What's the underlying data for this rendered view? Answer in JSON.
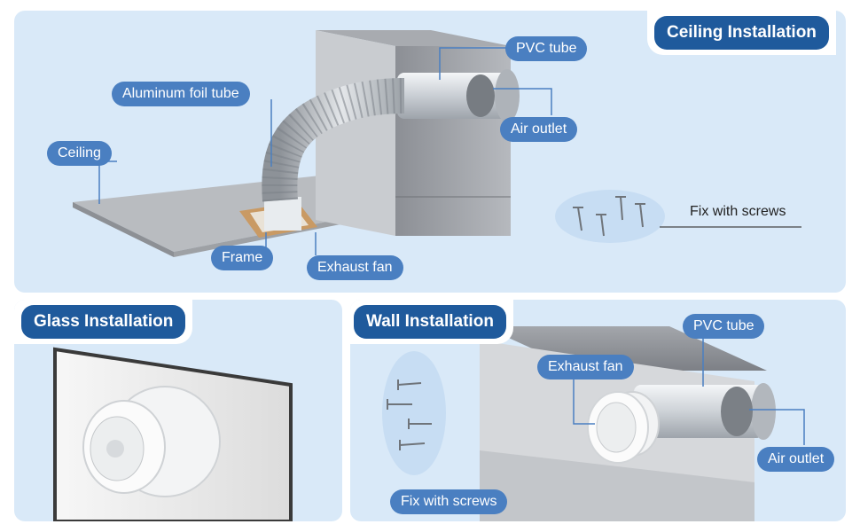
{
  "ceiling": {
    "title": "Ceiling Installation",
    "labels": {
      "pvc_tube": "PVC tube",
      "aluminum_foil_tube": "Aluminum foil tube",
      "air_outlet": "Air outlet",
      "ceiling": "Ceiling",
      "frame": "Frame",
      "exhaust_fan": "Exhaust fan",
      "fix_with_screws": "Fix with screws"
    }
  },
  "glass": {
    "title": "Glass Installation"
  },
  "wall": {
    "title": "Wall Installation",
    "labels": {
      "pvc_tube": "PVC tube",
      "exhaust_fan": "Exhaust fan",
      "air_outlet": "Air outlet",
      "fix_with_screws": "Fix with screws"
    }
  },
  "colors": {
    "panel_bg": "#d9e9f8",
    "title_pill": "#1f5a9c",
    "label_pill": "#4a7fc1"
  }
}
